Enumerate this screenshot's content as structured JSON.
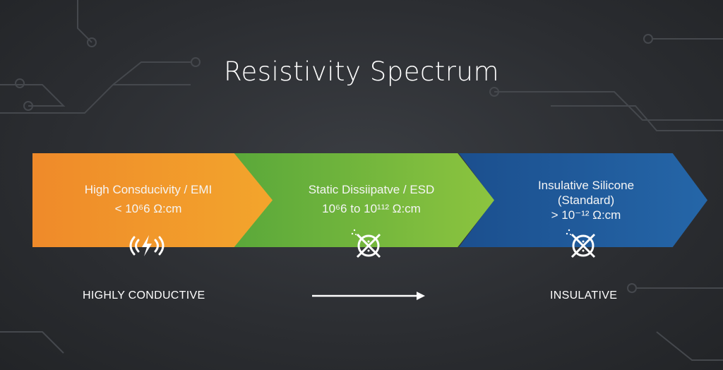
{
  "title": "Resistivity Spectrum",
  "segments": [
    {
      "name": "High Consducivity / EMI",
      "range": "< 10⁶6 Ω:cm",
      "icon": "emi-signal-bolt-icon",
      "color": "#f0922b"
    },
    {
      "name": "Static Dissiipatve / ESD",
      "range": "10⁶6 to 10¹¹² Ω:cm",
      "icon": "no-static-icon",
      "color": "#76b83c"
    },
    {
      "name": "Insulative Silicone",
      "name2": "(Standard)",
      "range": "> 10⁻¹² Ω:cm",
      "icon": "no-static-icon",
      "color": "#1f5c9c"
    }
  ],
  "scale": {
    "left": "HIGHLY CONDUCTIVE",
    "right": "INSULATIVE"
  }
}
